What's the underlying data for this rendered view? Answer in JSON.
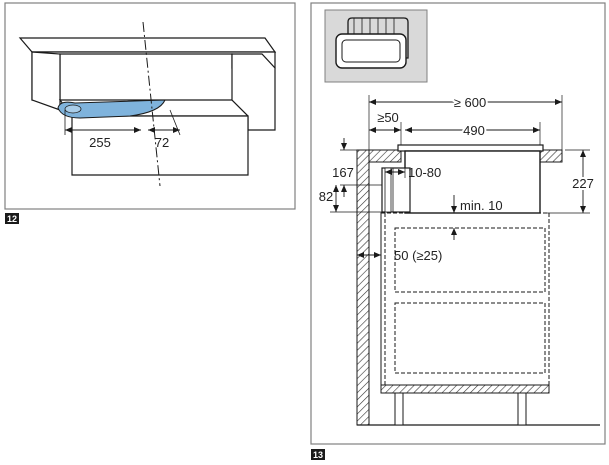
{
  "figures": [
    {
      "number": "12",
      "dimensions": [
        "255",
        "72"
      ]
    },
    {
      "number": "13",
      "dimensions": [
        "≥ 600",
        "≥50",
        "490",
        "167",
        "82",
        "10-80",
        "227",
        "min. 10",
        "50 (≥25)"
      ]
    }
  ],
  "colors": {
    "frame": "#808080",
    "line": "#1a1a1a",
    "hatch": "#333333",
    "duct_blue": "#7fb3dc",
    "icon_panel": "#d9d9d9"
  }
}
